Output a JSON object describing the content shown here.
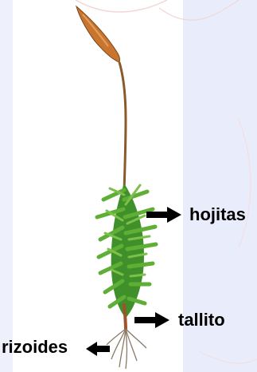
{
  "labels": {
    "hojitas": "hojitas",
    "tallito": "tallito",
    "rizoides": "rizoides"
  },
  "colors": {
    "leaf": "#3f8f2a",
    "leaf_light": "#7cc04a",
    "stalk": "#8a5a2b",
    "capsule": "#c8752f",
    "rhizoid": "#8a7a66",
    "panel": "#e9edfb",
    "arrow": "#000000"
  },
  "icons": {
    "arrow_right": "arrow-right-icon",
    "arrow_left": "arrow-left-icon"
  }
}
